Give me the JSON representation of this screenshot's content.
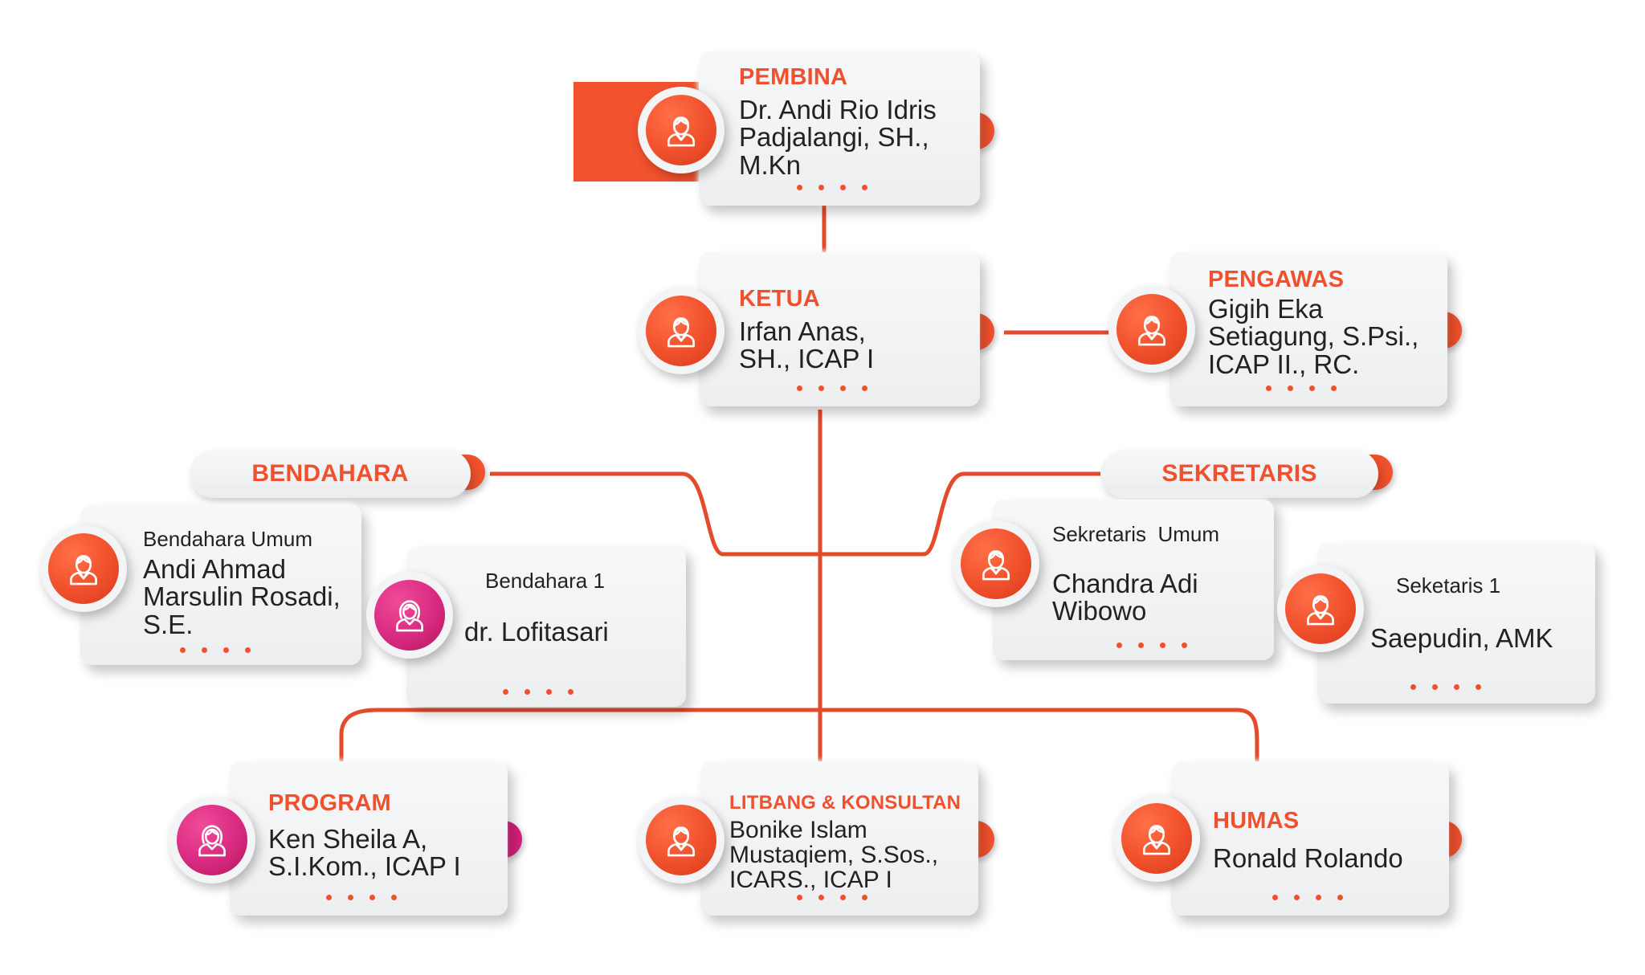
{
  "nodes": {
    "pembina": {
      "role": "PEMBINA",
      "name": "Dr. Andi Rio Idris\nPadjalangi, SH.,\nM.Kn"
    },
    "ketua": {
      "role": "KETUA",
      "name": "Irfan Anas,\nSH., ICAP I"
    },
    "pengawas": {
      "role": "PENGAWAS",
      "name": "Gigih Eka\nSetiagung, S.Psi.,\nICAP II., RC."
    },
    "bendahara": {
      "label": "BENDAHARA"
    },
    "sekretaris": {
      "label": "SEKRETARIS"
    },
    "bendahara_umum": {
      "title": "Bendahara Umum",
      "name": "Andi Ahmad\nMarsulin Rosadi,\nS.E."
    },
    "bendahara_1": {
      "title": "Bendahara 1",
      "name": "dr. Lofitasari"
    },
    "sekretaris_umum": {
      "title": "Sekretaris  Umum",
      "name": "Chandra Adi\nWibowo"
    },
    "sekretaris_1": {
      "title": "Seketaris 1",
      "name": "Saepudin, AMK"
    },
    "program": {
      "role": "PROGRAM",
      "name": "Ken Sheila A,\nS.I.Kom., ICAP I"
    },
    "litbang": {
      "role": "LITBANG & KONSULTAN",
      "name": "Bonike Islam\nMustaqiem, S.Sos.,\nICARS., ICAP I"
    },
    "humas": {
      "role": "HUMAS",
      "name": "Ronald Rolando"
    }
  },
  "colors": {
    "accent": "#f0502c",
    "pink": "#d82a80",
    "card": "#f1f2f3",
    "line": "#e44a2c"
  },
  "icons": {
    "male": "male-person-icon",
    "female": "female-person-icon"
  }
}
